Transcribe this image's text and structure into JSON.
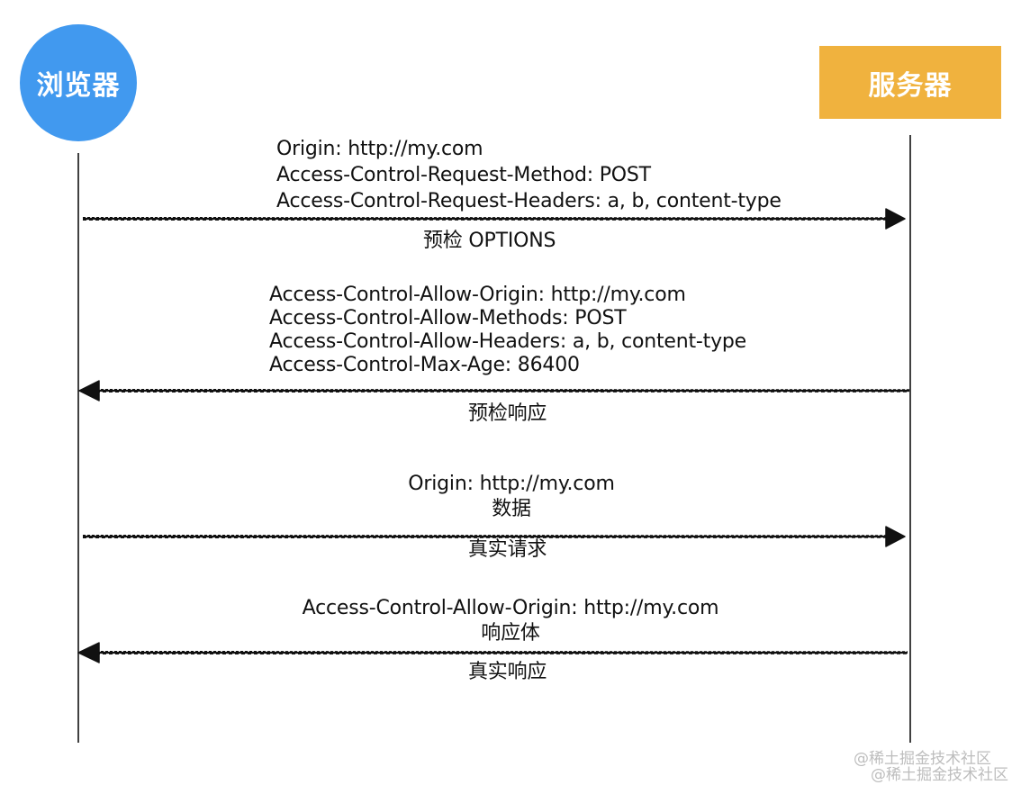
{
  "actors": {
    "browser": "浏览器",
    "server": "服务器"
  },
  "colors": {
    "browser": "#4199ef",
    "server": "#f0b23e",
    "line": "#111111",
    "watermark": "#bdbdbd"
  },
  "messages": [
    {
      "direction": "browser-to-server",
      "headers": [
        "Origin: http://my.com",
        "Access-Control-Request-Method: POST",
        "Access-Control-Request-Headers: a, b, content-type"
      ],
      "label": "预检 OPTIONS"
    },
    {
      "direction": "server-to-browser",
      "headers": [
        "Access-Control-Allow-Origin: http://my.com",
        "Access-Control-Allow-Methods: POST",
        "Access-Control-Allow-Headers: a, b, content-type",
        "Access-Control-Max-Age: 86400"
      ],
      "label": "预检响应"
    },
    {
      "direction": "browser-to-server",
      "headers": [
        "Origin: http://my.com",
        "数据"
      ],
      "label": "真实请求"
    },
    {
      "direction": "server-to-browser",
      "headers": [
        "Access-Control-Allow-Origin: http://my.com",
        "响应体"
      ],
      "label": "真实响应"
    }
  ],
  "watermark": [
    "@稀土掘金技术社区",
    "@稀土掘金技术社区"
  ]
}
